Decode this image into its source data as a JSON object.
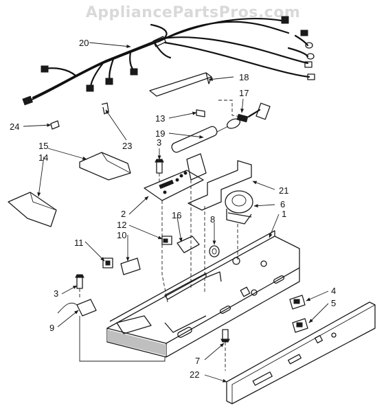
{
  "watermark": "AppliancePartsPros.com",
  "callouts": {
    "c1": "1",
    "c2": "2",
    "c3a": "3",
    "c3b": "3",
    "c4": "4",
    "c5": "5",
    "c6": "6",
    "c7": "7",
    "c8": "8",
    "c9": "9",
    "c10": "10",
    "c11": "11",
    "c12": "12",
    "c13": "13",
    "c14": "14",
    "c15": "15",
    "c16": "16",
    "c17": "17",
    "c18": "18",
    "c19": "19",
    "c20": "20",
    "c21": "21",
    "c22": "22",
    "c23": "23",
    "c24": "24"
  }
}
